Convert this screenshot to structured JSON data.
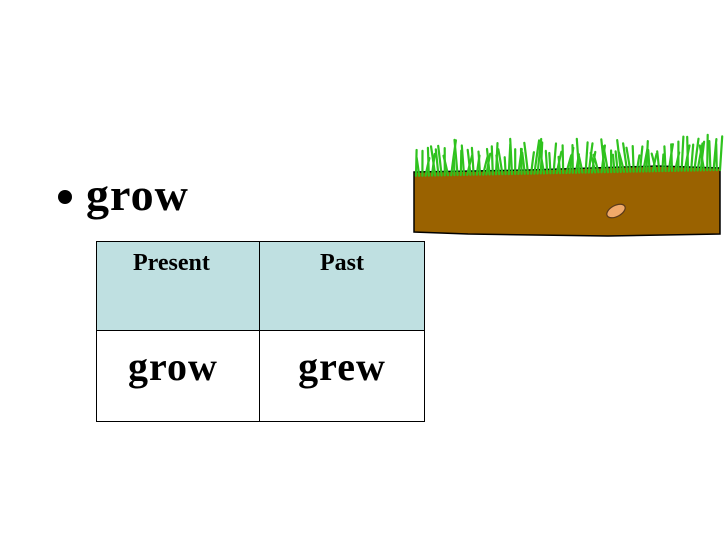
{
  "bullet": {
    "word": "grow"
  },
  "table": {
    "headers": [
      "Present",
      "Past"
    ],
    "row": [
      "grow",
      "grew"
    ]
  },
  "picture": {
    "icon": "soil-with-grass-and-seed",
    "soil_color": "#9a6200",
    "grass_color": "#2fc21e",
    "seed_color": "#f0a96a"
  }
}
